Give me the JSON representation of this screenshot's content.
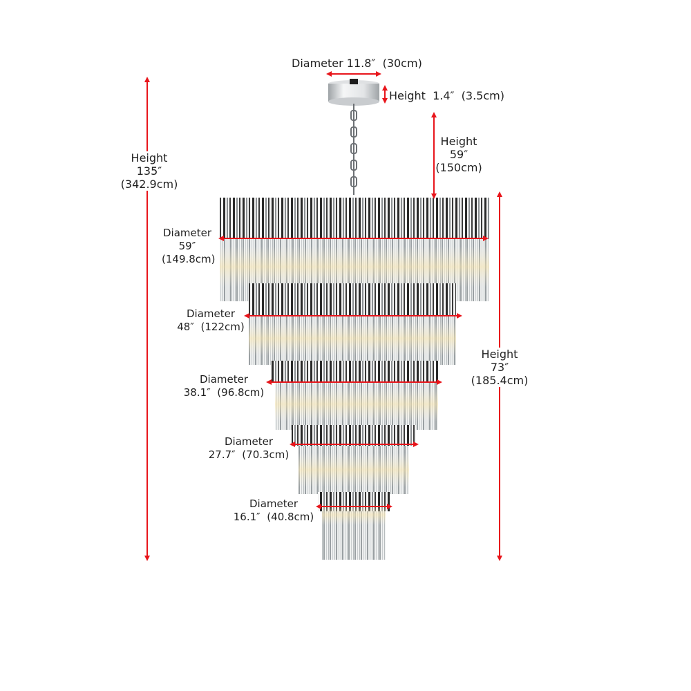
{
  "diagram": {
    "subject": "Multi-tier crystal chandelier dimension diagram",
    "arrow_color": "#e8151b",
    "canopy": {
      "diameter": {
        "title": "Diameter",
        "inches": "11.8″",
        "cm": "(30cm)"
      },
      "height": {
        "title": "Height",
        "inches": "1.4″",
        "cm": "(3.5cm)"
      }
    },
    "overall_height": {
      "title": "Height",
      "inches": "135″",
      "cm": "(342.9cm)"
    },
    "chain_height": {
      "title": "Height",
      "inches": "59″",
      "cm": "(150cm)"
    },
    "body_height": {
      "title": "Height",
      "inches": "73″",
      "cm": "(185.4cm)"
    },
    "tiers": [
      {
        "title": "Diameter",
        "inches": "59″",
        "cm": "(149.8cm)"
      },
      {
        "title": "Diameter",
        "inches": "48″",
        "cm": "(122cm)"
      },
      {
        "title": "Diameter",
        "inches": "38.1″",
        "cm": "(96.8cm)"
      },
      {
        "title": "Diameter",
        "inches": "27.7″",
        "cm": "(70.3cm)"
      },
      {
        "title": "Diameter",
        "inches": "16.1″",
        "cm": "(40.8cm)"
      }
    ]
  }
}
